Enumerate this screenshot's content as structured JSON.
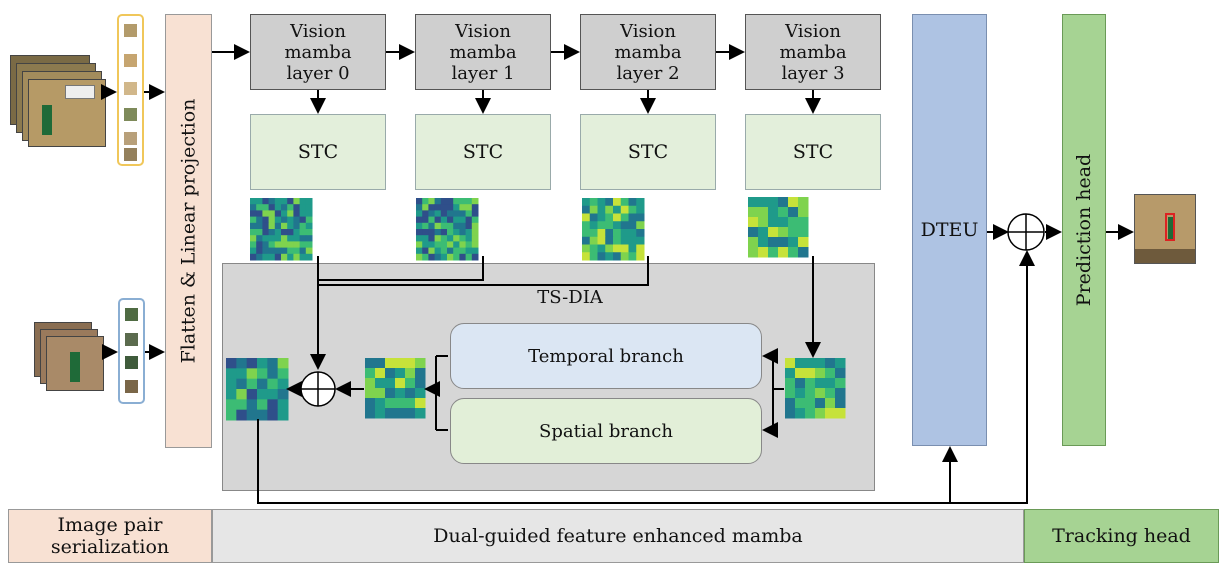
{
  "vision_layers": [
    {
      "label": "Vision\nmamba\nlayer 0"
    },
    {
      "label": "Vision\nmamba\nlayer 1"
    },
    {
      "label": "Vision\nmamba\nlayer 2"
    },
    {
      "label": "Vision\nmamba\nlayer 3"
    }
  ],
  "stc_label": "STC",
  "flatten_label": "Flatten & Linear projection",
  "tsdia_label": "TS-DIA",
  "temporal_branch": "Temporal branch",
  "spatial_branch": "Spatial branch",
  "dteu_label": "DTEU",
  "prediction_head": "Prediction head",
  "bottom_bar": {
    "serialization": "Image pair\nserialization",
    "enhanced": "Dual-guided feature enhanced mamba",
    "tracking": "Tracking head"
  },
  "colors": {
    "vision_box": "#cfcfcf",
    "stc_box": "#e3efdb",
    "flatten_box": "#f8e1d3",
    "dteu_box": "#aec3e3",
    "prediction_box": "#a6d393",
    "tsdia_region": "#d6d6d6"
  }
}
